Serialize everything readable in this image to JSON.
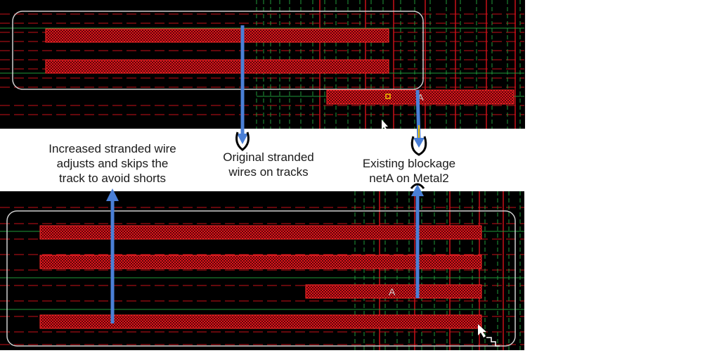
{
  "annotations": {
    "increased_stranded_wire": "Increased stranded wire\nadjusts and skips the\ntrack to avoid shorts",
    "original_stranded_wires": "Original stranded\nwires on tracks",
    "existing_blockage": "Existing blockage\nnetA on Metal2"
  },
  "top_panel": {
    "pin_label": "A"
  },
  "bottom_panel": {
    "pin_label": "A"
  },
  "colors": {
    "background": "#000000",
    "wire_red": "#e0141c",
    "track_red": "#c81018",
    "track_green": "#1f9a3a",
    "outline": "#cfcfcf",
    "arrow_blue": "#4a7fd6",
    "marker_yellow": "#f0c000"
  }
}
